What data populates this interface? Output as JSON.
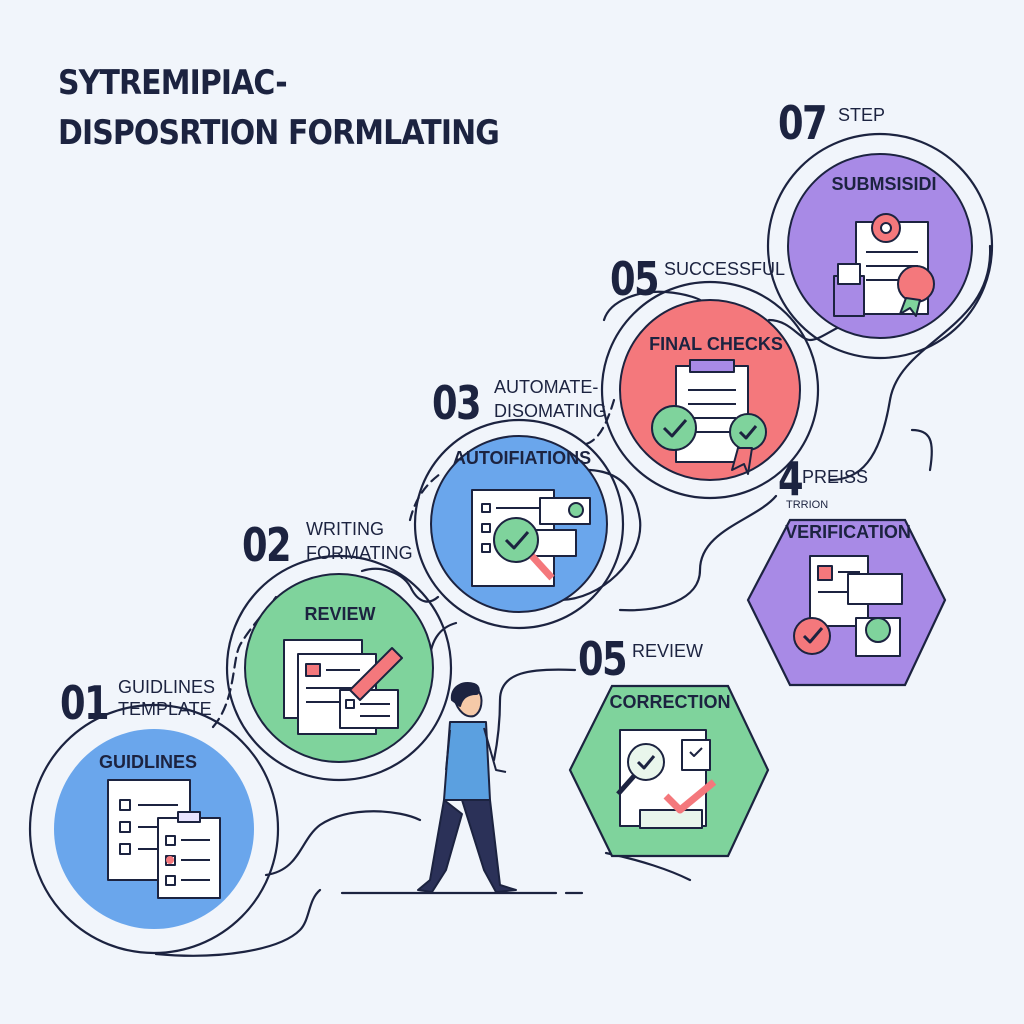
{
  "title": {
    "line1": "SYTREMIPIAC-",
    "line2": "DISPOSRTION FORMLATING"
  },
  "steps": [
    {
      "number": "01",
      "label_line1": "GUIDLINES",
      "label_line2": "TEMPLATE",
      "circle_label": "GUIDLINES",
      "color": "#6aa6ec"
    },
    {
      "number": "02",
      "label_line1": "WRITING",
      "label_line2": "FORMATING",
      "circle_label": "REVIEW",
      "color": "#7fd39c"
    },
    {
      "number": "03",
      "label_line1": "AUTOMATE-",
      "label_line2": "DISOMATING",
      "circle_label": "AUTOIFIATIONS",
      "color": "#6aa6ec"
    },
    {
      "number": "05",
      "label_line1": "SUCCESSFUL",
      "label_line2": "",
      "circle_label": "FINAL CHECKS",
      "color": "#f4787c"
    },
    {
      "number": "07",
      "label_line1": "STEP",
      "label_line2": "",
      "circle_label": "SUBMSISIDI",
      "color": "#a88ae6"
    },
    {
      "number": "4",
      "label_line1": "PREISS",
      "label_line2": "TRRION",
      "circle_label": "VERIFICATION",
      "color": "#a88ae6"
    },
    {
      "number": "05",
      "label_line1": "REVIEW",
      "label_line2": "",
      "circle_label": "CORRECTION",
      "color": "#7fd39c"
    }
  ],
  "icons": [
    "checklist-icon",
    "document-pencil-icon",
    "magnifier-check-icon",
    "clipboard-badge-icon",
    "certificate-gear-icon",
    "document-lock-icon",
    "magnifier-correction-icon",
    "person-walking-icon"
  ]
}
